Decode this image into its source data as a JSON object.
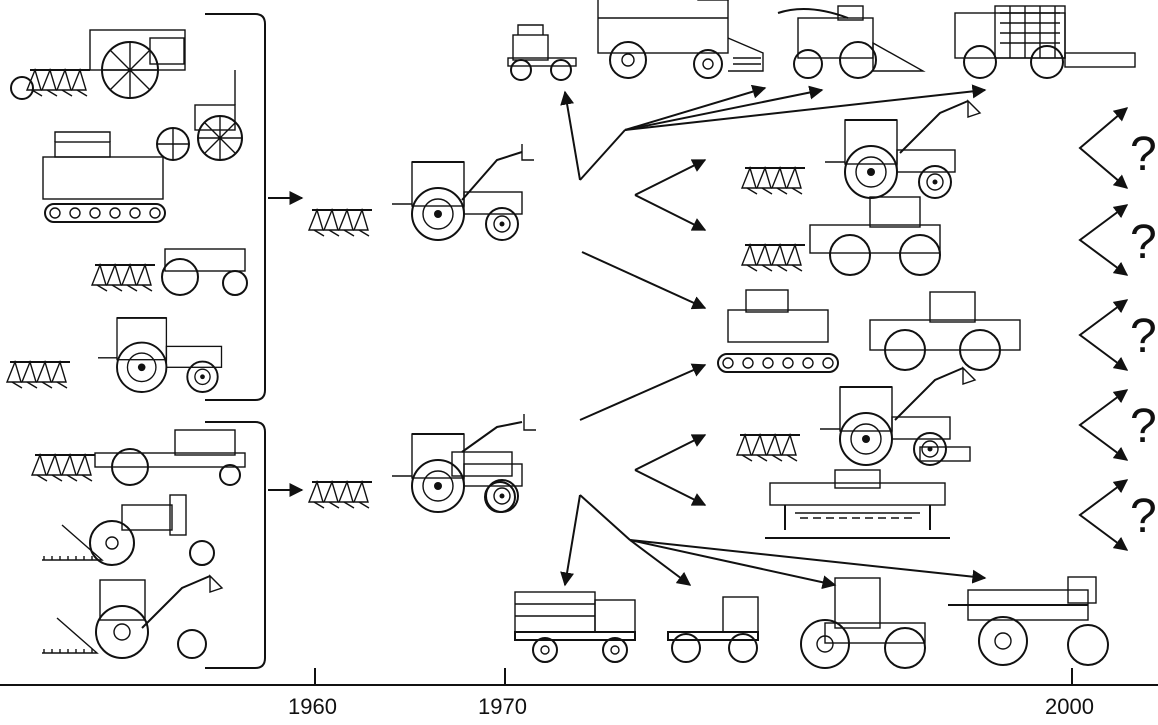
{
  "timeline": {
    "ticks": [
      "1960",
      "1970",
      "2000"
    ]
  },
  "unknown_future_marks": [
    "?",
    "?",
    "?",
    "?",
    "?"
  ],
  "palette": {
    "ink": "#111111",
    "paper": "#ffffff"
  },
  "icons": [
    "tractor",
    "crawler-tractor",
    "plough",
    "front-loader",
    "combine-harvester",
    "forage-harvester",
    "beet-harvester",
    "compact-loader",
    "truck",
    "self-propelled-sprayer",
    "gantry-tractor",
    "toolbar-carrier"
  ]
}
